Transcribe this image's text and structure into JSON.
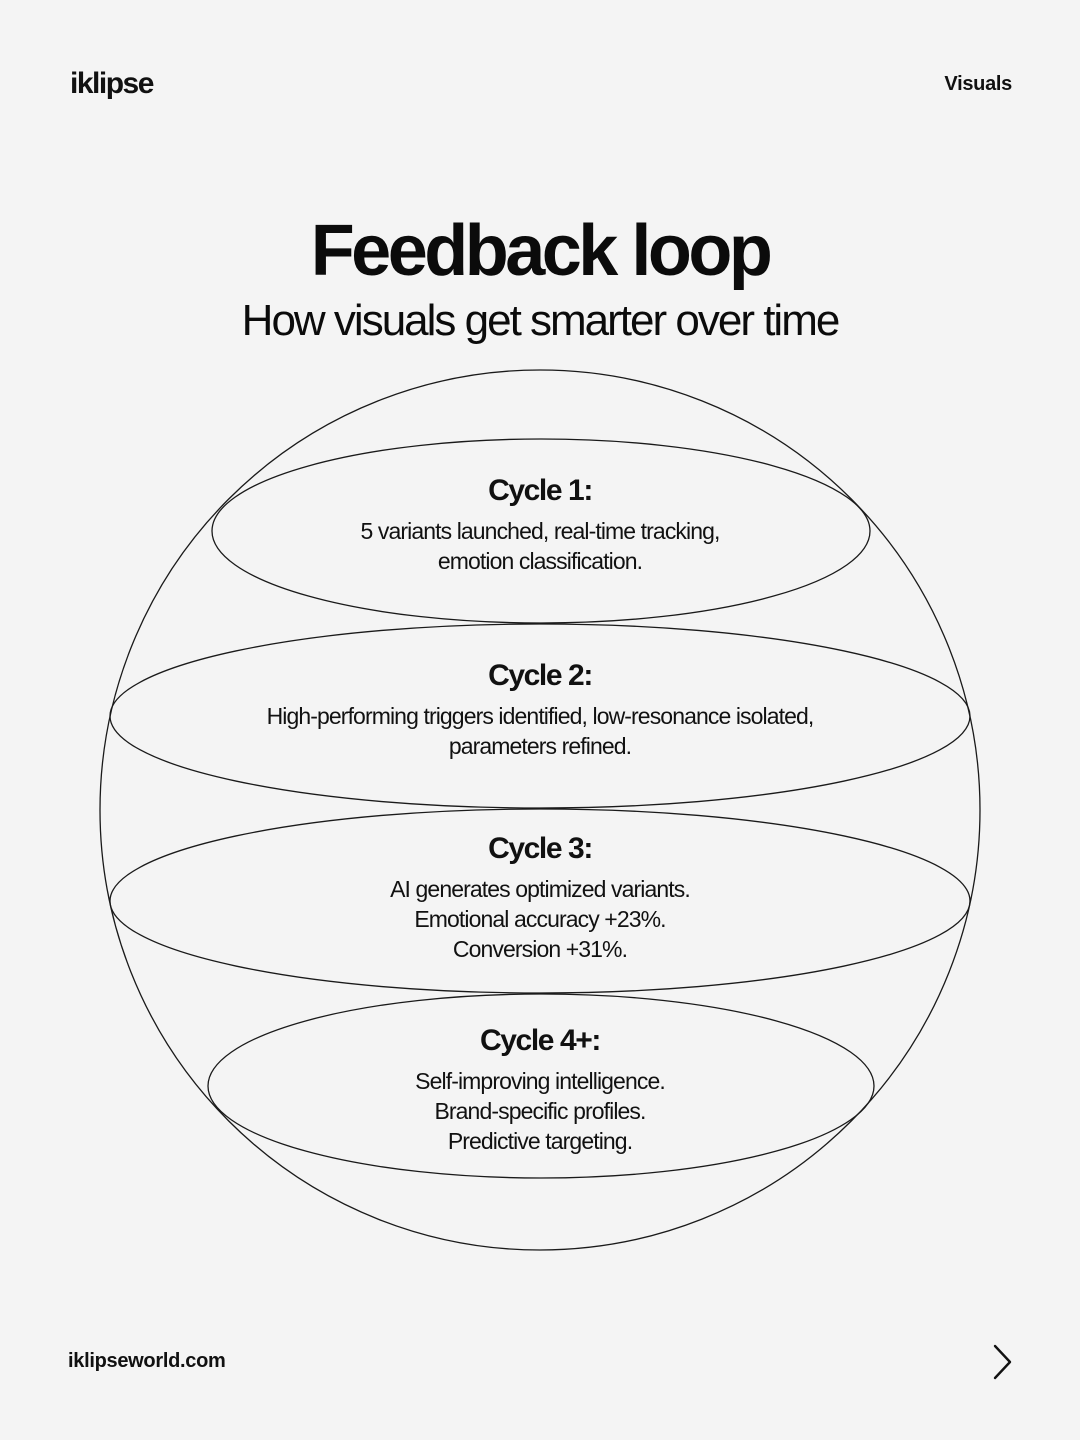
{
  "header": {
    "brand": "iklipse",
    "section": "Visuals"
  },
  "title": "Feedback loop",
  "subtitle": "How visuals get smarter over time",
  "cycles": [
    {
      "title": "Cycle 1:",
      "lines": [
        "5 variants launched, real-time tracking,",
        "emotion classification."
      ]
    },
    {
      "title": "Cycle 2:",
      "lines": [
        "High-performing triggers identified, low-resonance isolated,",
        "parameters refined."
      ]
    },
    {
      "title": "Cycle 3:",
      "lines": [
        "AI generates optimized variants.",
        "Emotional accuracy +23%.",
        "Conversion +31%."
      ]
    },
    {
      "title": "Cycle 4+:",
      "lines": [
        "Self-improving intelligence.",
        "Brand-specific profiles.",
        "Predictive targeting."
      ]
    }
  ],
  "footer": {
    "url": "iklipseworld.com",
    "next_icon": "chevron-right-icon"
  },
  "colors": {
    "background": "#f4f4f4",
    "text": "#111111",
    "stroke": "#1a1a1a"
  }
}
